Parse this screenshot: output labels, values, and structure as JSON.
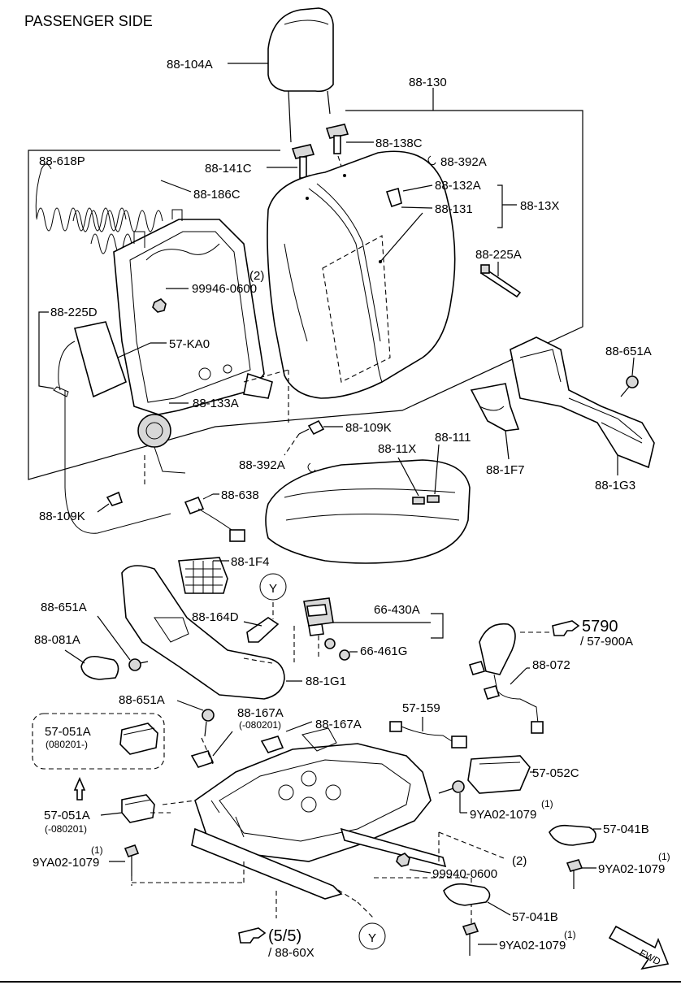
{
  "title": "PASSENGER SIDE",
  "labels": {
    "headrest": "88-104A",
    "back_assy": "88-130",
    "guide_b": "88-138C",
    "clip_a": "88-392A",
    "guide_a": "88-141C",
    "hook": "88-132A",
    "back_trim_group": "88-13X",
    "back_trim": "88-131",
    "spring_a": "88-618P",
    "spring_b": "88-186C",
    "tie_band": "88-225A",
    "nut_2": "99946-0600",
    "nut_2_qty": "(2)",
    "tie_d": "88-225D",
    "airbag": "57-KA0",
    "back_frame": "88-133A",
    "screw_k": "88-109K",
    "cover_a_right": "88-651A",
    "clip_b": "88-392A",
    "cushion_group": "88-11X",
    "cushion_trim": "88-111",
    "cover_f7": "88-1F7",
    "cover_g3": "88-1G3",
    "harness": "88-638",
    "screw_k2": "88-109K",
    "cover_f4": "88-1F4",
    "cover_a_left": "88-651A",
    "knob": "88-081A",
    "bracket": "88-164D",
    "ref_y": "Y",
    "switch_group": "66-430A",
    "switch_nut": "66-461G",
    "side_cover": "88-1G1",
    "ref_5790": "5790",
    "ref_5790_sub": "/ 57-900A",
    "buckle": "88-072",
    "harness_2": "57-159",
    "cover_a_lower": "88-651A",
    "bolt_167_a": "88-167A",
    "bolt_167_a_date": "(-080201)",
    "bolt_167_b": "88-167A",
    "cover_051_new": "57-051A",
    "cover_051_new_date": "(080201-)",
    "cover_052": "57-052C",
    "bolt_1079_a": "9YA02-1079",
    "bolt_1079_a_qty": "(1)",
    "cover_041_right": "57-041B",
    "cover_051_old": "57-051A",
    "cover_051_old_date": "(-080201)",
    "bolt_1079_b": "9YA02-1079",
    "bolt_1079_b_qty": "(1)",
    "nut_0600": "99940-0600",
    "nut_0600_qty": "(2)",
    "bolt_1079_c": "9YA02-1079",
    "bolt_1079_c_qty": "(1)",
    "cover_041_lower": "57-041B",
    "bolt_1079_d": "9YA02-1079",
    "bolt_1079_d_qty": "(1)",
    "ref_page": "(5/5)",
    "ref_page_sub": "/ 88-60X",
    "ref_y2": "Y",
    "fwd": "FWD"
  },
  "icons": [
    "pointing-hand-icon",
    "fwd-arrow-icon",
    "up-arrow-icon"
  ]
}
